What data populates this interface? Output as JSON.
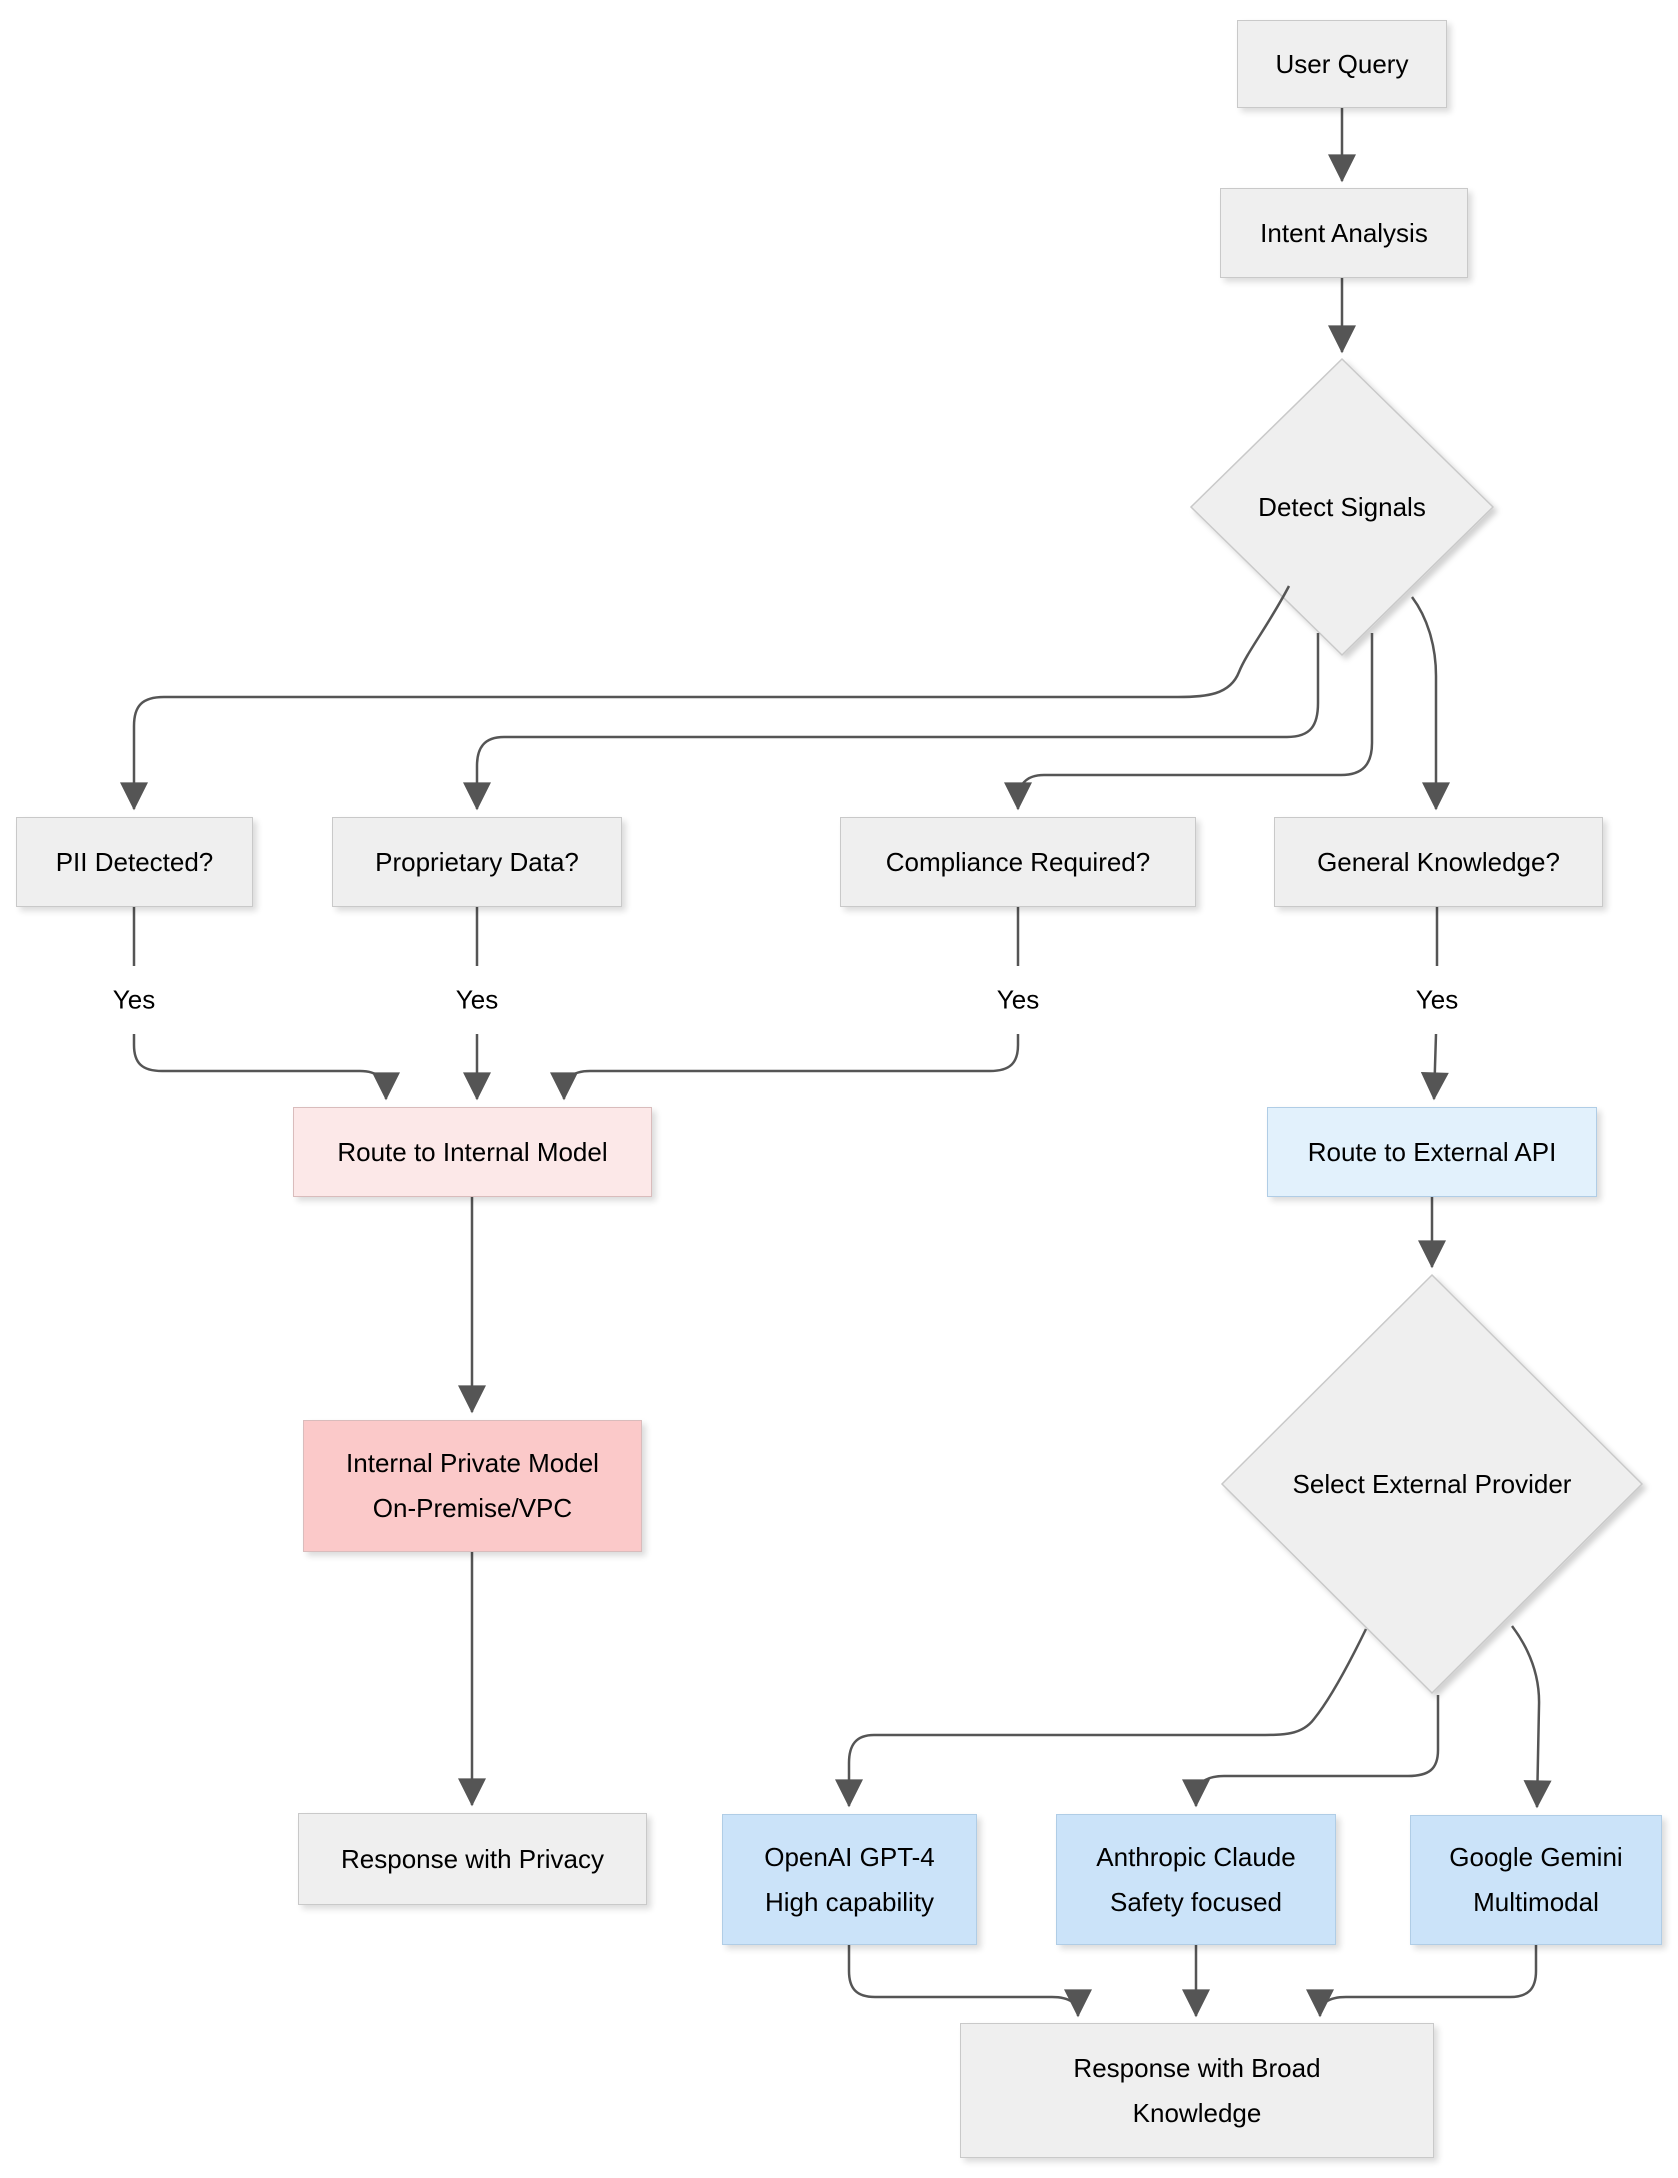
{
  "nodes": {
    "user_query": {
      "label": "User Query"
    },
    "intent_analysis": {
      "label": "Intent Analysis"
    },
    "detect_signals": {
      "label": "Detect Signals"
    },
    "pii": {
      "label": "PII Detected?"
    },
    "proprietary": {
      "label": "Proprietary Data?"
    },
    "compliance": {
      "label": "Compliance Required?"
    },
    "general": {
      "label": "General Knowledge?"
    },
    "route_internal": {
      "label": "Route to Internal Model"
    },
    "route_external": {
      "label": "Route to External API"
    },
    "internal_model": {
      "line1": "Internal Private Model",
      "line2": "On-Premise/VPC"
    },
    "select_provider": {
      "label": "Select External Provider"
    },
    "openai": {
      "line1": "OpenAI GPT-4",
      "line2": "High capability"
    },
    "anthropic": {
      "line1": "Anthropic Claude",
      "line2": "Safety focused"
    },
    "gemini": {
      "line1": "Google Gemini",
      "line2": "Multimodal"
    },
    "response_privacy": {
      "label": "Response with Privacy"
    },
    "response_broad": {
      "line1": "Response with Broad",
      "line2": "Knowledge"
    }
  },
  "edge_labels": {
    "pii_yes": "Yes",
    "proprietary_yes": "Yes",
    "compliance_yes": "Yes",
    "general_yes": "Yes"
  },
  "edges": [
    {
      "from": "User Query",
      "to": "Intent Analysis"
    },
    {
      "from": "Intent Analysis",
      "to": "Detect Signals"
    },
    {
      "from": "Detect Signals",
      "to": "PII Detected?"
    },
    {
      "from": "Detect Signals",
      "to": "Proprietary Data?"
    },
    {
      "from": "Detect Signals",
      "to": "Compliance Required?"
    },
    {
      "from": "Detect Signals",
      "to": "General Knowledge?"
    },
    {
      "from": "PII Detected?",
      "to": "Route to Internal Model",
      "label": "Yes"
    },
    {
      "from": "Proprietary Data?",
      "to": "Route to Internal Model",
      "label": "Yes"
    },
    {
      "from": "Compliance Required?",
      "to": "Route to Internal Model",
      "label": "Yes"
    },
    {
      "from": "General Knowledge?",
      "to": "Route to External API",
      "label": "Yes"
    },
    {
      "from": "Route to Internal Model",
      "to": "Internal Private Model On-Premise/VPC"
    },
    {
      "from": "Internal Private Model On-Premise/VPC",
      "to": "Response with Privacy"
    },
    {
      "from": "Route to External API",
      "to": "Select External Provider"
    },
    {
      "from": "Select External Provider",
      "to": "OpenAI GPT-4 High capability"
    },
    {
      "from": "Select External Provider",
      "to": "Anthropic Claude Safety focused"
    },
    {
      "from": "Select External Provider",
      "to": "Google Gemini Multimodal"
    },
    {
      "from": "OpenAI GPT-4 High capability",
      "to": "Response with Broad Knowledge"
    },
    {
      "from": "Anthropic Claude Safety focused",
      "to": "Response with Broad Knowledge"
    },
    {
      "from": "Google Gemini Multimodal",
      "to": "Response with Broad Knowledge"
    }
  ],
  "colors": {
    "node_fill": "#efefef",
    "node_border": "#c9c9c9",
    "pink_light": "#fce8e8",
    "pink": "#fbc9c9",
    "pink_border": "#d9bcbc",
    "blue_light": "#e2f1fc",
    "blue": "#cbe3f9",
    "blue_border": "#b0cde6",
    "edge": "#555555"
  }
}
